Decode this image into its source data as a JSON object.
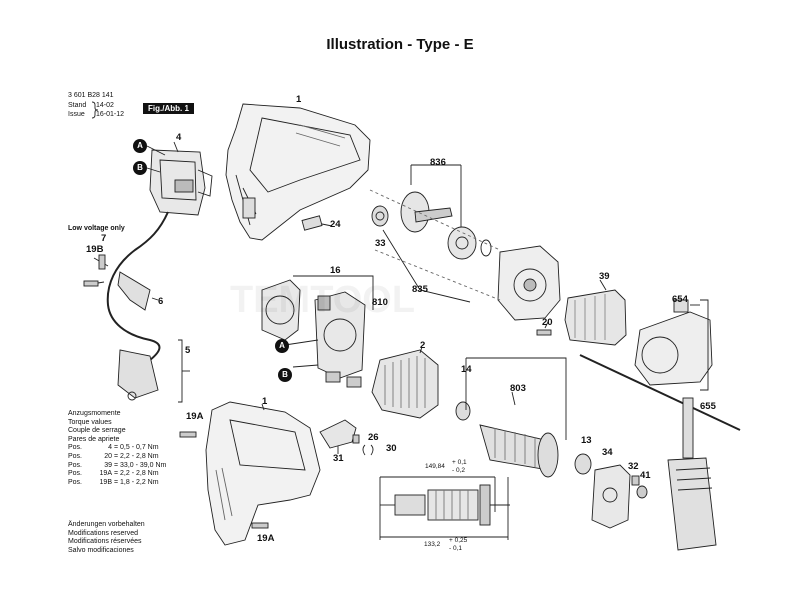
{
  "title": "Illustration - Type - E",
  "header": {
    "part_number": "3 601 B28 141",
    "stand_label": "Stand",
    "issue_label": "Issue",
    "stand_value": "14-02",
    "issue_value": "16-01-12",
    "figure": "Fig./Abb. 1"
  },
  "low_voltage": "Low voltage only",
  "badges": {
    "a": "A",
    "b": "B"
  },
  "labels": {
    "p1_top": "1",
    "p1_bot": "1",
    "p2": "2",
    "p4": "4",
    "p5": "5",
    "p6": "6",
    "p7": "7",
    "p13": "13",
    "p14": "14",
    "p16": "16",
    "p19a_left": "19A",
    "p19a_bot": "19A",
    "p19b": "19B",
    "p20": "20",
    "p24": "24",
    "p26": "26",
    "p30": "30",
    "p31": "31",
    "p32": "32",
    "p33": "33",
    "p34": "34",
    "p39": "39",
    "p41": "41",
    "p654": "654",
    "p655": "655",
    "p803": "803",
    "p810": "810",
    "p835": "835",
    "p836": "836"
  },
  "torque": {
    "title": [
      "Anzugsmomente",
      "Torque values",
      "Couple de serrage",
      "Pares de apriete"
    ],
    "rows": [
      {
        "pos": "Pos.",
        "num": "4",
        "val": "= 0,5 - 0,7 Nm"
      },
      {
        "pos": "Pos.",
        "num": "20",
        "val": "= 2,2 - 2,8 Nm"
      },
      {
        "pos": "Pos.",
        "num": "39",
        "val": "= 33,0 - 39,0 Nm"
      },
      {
        "pos": "Pos.",
        "num": "19A",
        "val": "= 2,2 - 2,8 Nm"
      },
      {
        "pos": "Pos.",
        "num": "19B",
        "val": "= 1,8 - 2,2 Nm"
      }
    ]
  },
  "notes": [
    "Änderungen vorbehalten",
    "Modifications reserved",
    "Modifications réservées",
    "Salvo modificaciones"
  ],
  "dimensions": {
    "d1_main": "149,84",
    "d1_plus": "+ 0,1",
    "d1_minus": "- 0,2",
    "d2_main": "133,2",
    "d2_plus": "+ 0,25",
    "d2_minus": "- 0,1"
  }
}
